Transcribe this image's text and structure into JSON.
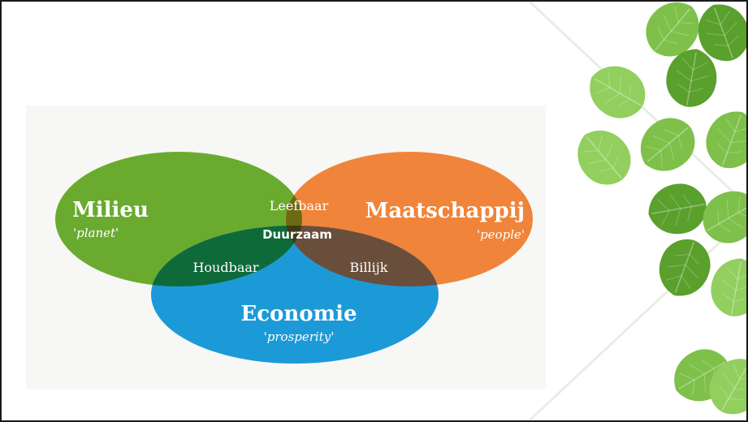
{
  "diagram": {
    "circles": {
      "milieu": {
        "title": "Milieu",
        "subtitle": "'planet'",
        "color": "#6aab2f"
      },
      "maatschappij": {
        "title": "Maatschappij",
        "subtitle": "'people'",
        "color": "#f0843a"
      },
      "economie": {
        "title": "Economie",
        "subtitle": "'prosperity'",
        "color": "#1c9ad8"
      }
    },
    "intersections": {
      "milieu_maatschappij": "Leefbaar",
      "milieu_economie": "Houdbaar",
      "maatschappij_economie": "Billijk",
      "center": "Duurzaam"
    },
    "intersection_colors": {
      "milieu_maatschappij": "#6e6a12",
      "milieu_economie": "#0f6a3a",
      "maatschappij_economie": "#6a4e3c",
      "center": "#3e3a14"
    },
    "decoration": {
      "leaf_icon": "leaf-icon",
      "leaf_colors": [
        "#7fc04a",
        "#5aa02c",
        "#92cf5e"
      ]
    }
  }
}
